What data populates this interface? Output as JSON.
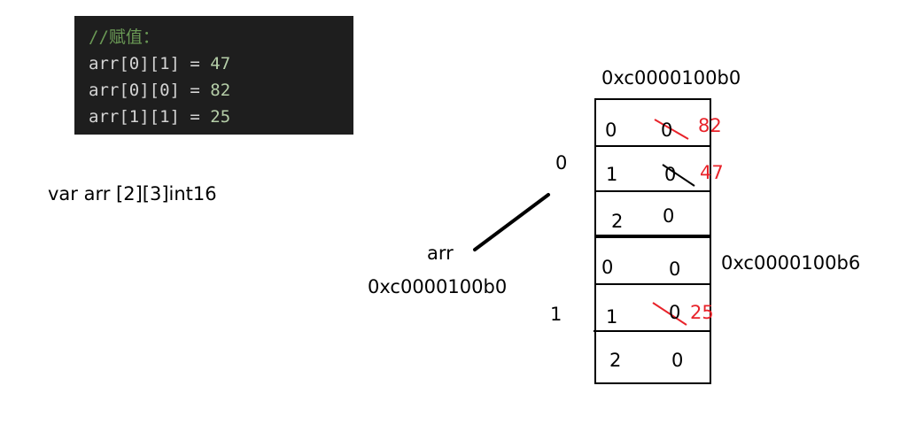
{
  "code_block": {
    "comment": "//赋值：",
    "lines": [
      {
        "lhs": "arr[0][1]",
        "op": " = ",
        "value": "47"
      },
      {
        "lhs": "arr[0][0]",
        "op": " = ",
        "value": "82"
      },
      {
        "lhs": "arr[1][1]",
        "op": " = ",
        "value": "25"
      }
    ]
  },
  "declaration": "var arr [2][3]int16",
  "pointer": {
    "name": "arr",
    "address": "0xc0000100b0"
  },
  "rows": [
    {
      "index_label": "0",
      "address": "0xc0000100b0",
      "cells": [
        {
          "index": "0",
          "old_value": "0",
          "new_value": "82"
        },
        {
          "index": "1",
          "old_value": "0",
          "new_value": "47"
        },
        {
          "index": "2",
          "old_value": "0",
          "new_value": ""
        }
      ]
    },
    {
      "index_label": "1",
      "address": "0xc0000100b6",
      "cells": [
        {
          "index": "0",
          "old_value": "0",
          "new_value": ""
        },
        {
          "index": "1",
          "old_value": "0",
          "new_value": "25"
        },
        {
          "index": "2",
          "old_value": "0",
          "new_value": ""
        }
      ]
    }
  ],
  "colors": {
    "code_bg": "#1e1e1e",
    "comment": "#6a9955",
    "number": "#b5cea8",
    "annotation_red": "#e8232a"
  }
}
